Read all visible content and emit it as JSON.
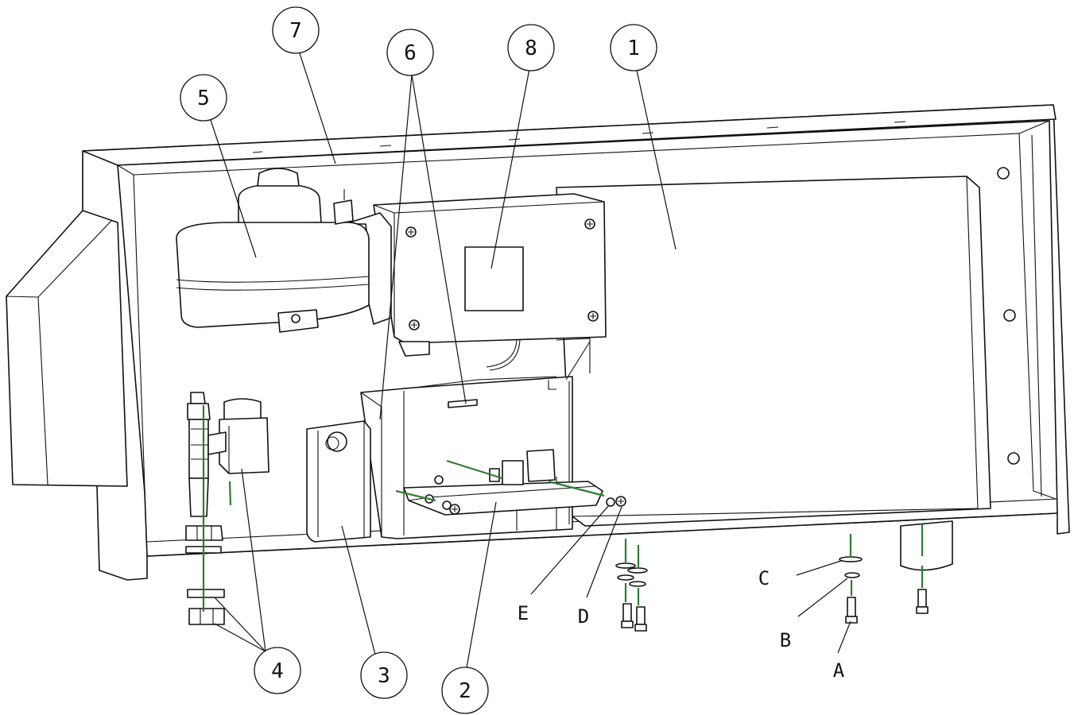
{
  "callouts": {
    "c1": "1",
    "c2": "2",
    "c3": "3",
    "c4": "4",
    "c5": "5",
    "c6": "6",
    "c7": "7",
    "c8": "8"
  },
  "letters": {
    "a": "A",
    "b": "B",
    "c": "C",
    "d": "D",
    "e": "E"
  }
}
